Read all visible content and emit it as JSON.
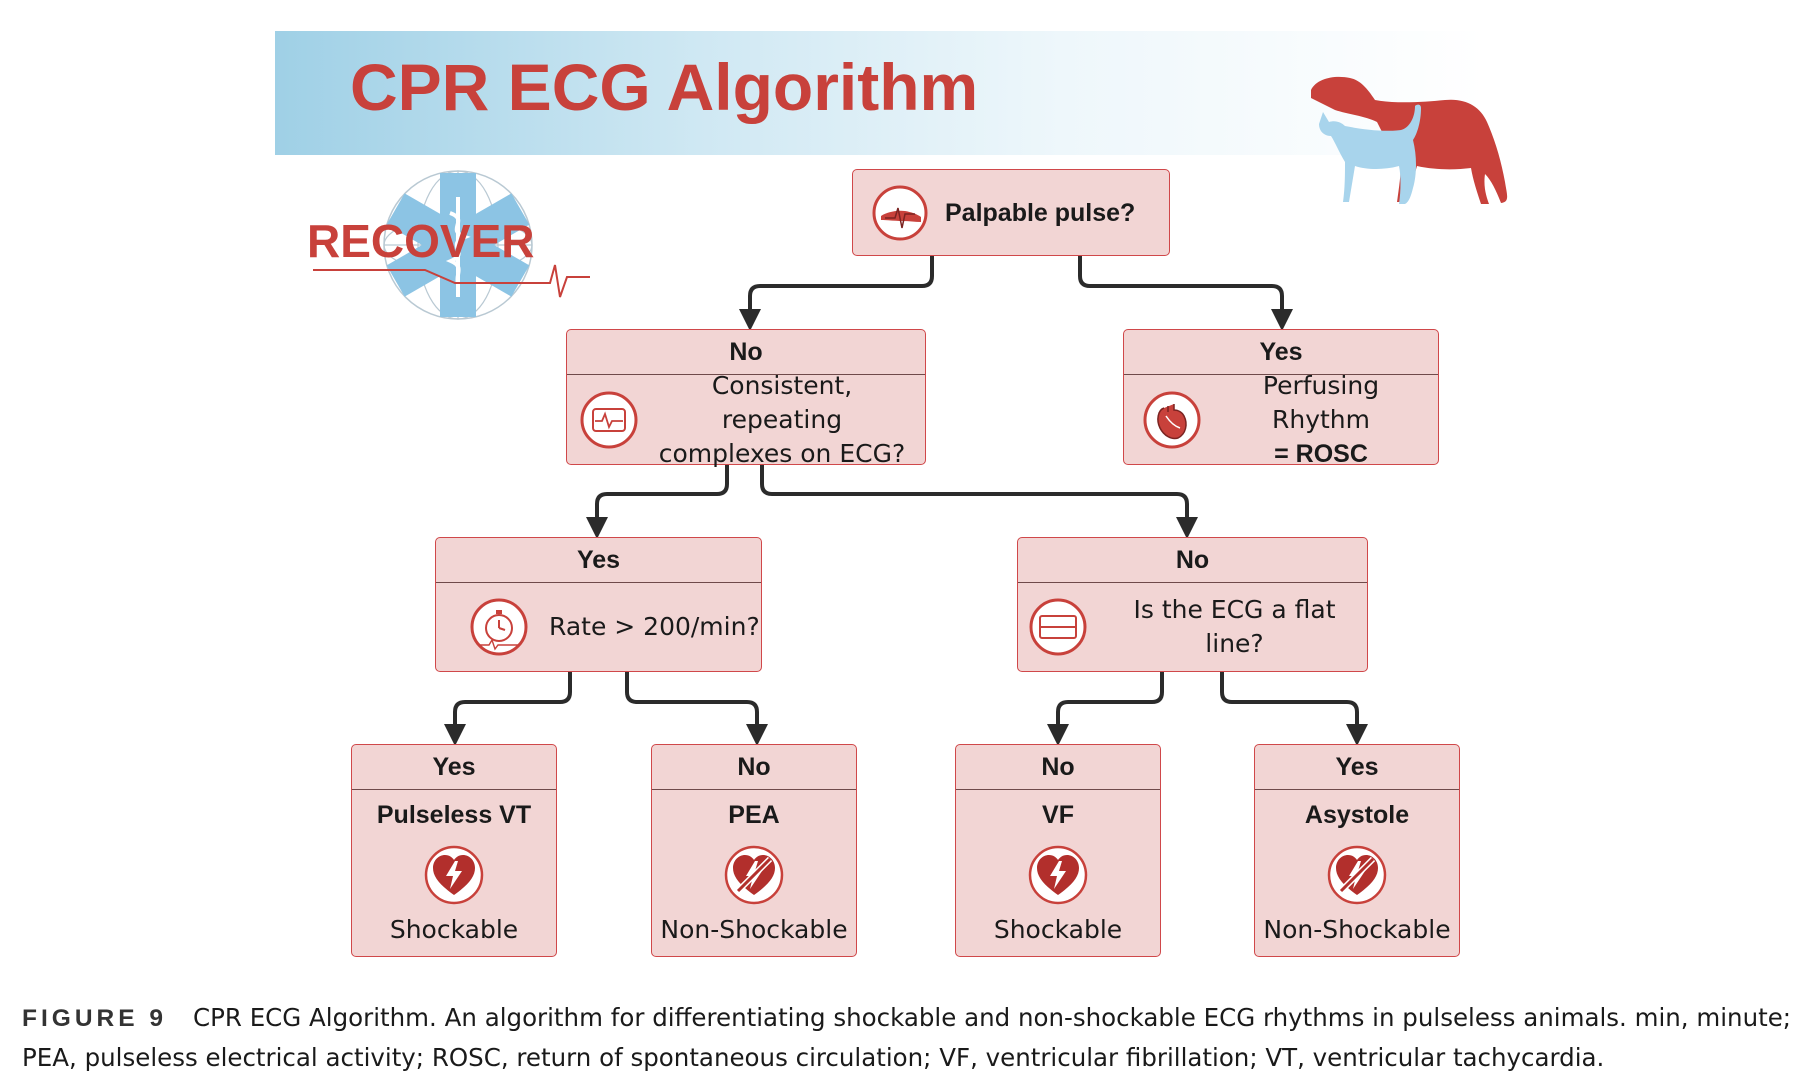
{
  "title": "CPR ECG Algorithm",
  "logo_text": "RECOVER",
  "nodes": {
    "root": {
      "text": "Palpable pulse?"
    },
    "no1": {
      "header": "No",
      "text_line1": "Consistent, repeating",
      "text_line2": "complexes on ECG?"
    },
    "yes1": {
      "header": "Yes",
      "text_line1": "Perfusing Rhythm",
      "text_line2": "= ROSC"
    },
    "yes2": {
      "header": "Yes",
      "text": "Rate > 200/min?"
    },
    "no2": {
      "header": "No",
      "text": "Is the ECG a flat line?"
    },
    "leaf1": {
      "header": "Yes",
      "title": "Pulseless VT",
      "sub": "Shockable"
    },
    "leaf2": {
      "header": "No",
      "title": "PEA",
      "sub": "Non-Shockable"
    },
    "leaf3": {
      "header": "No",
      "title": "VF",
      "sub": "Shockable"
    },
    "leaf4": {
      "header": "Yes",
      "title": "Asystole",
      "sub": "Non-Shockable"
    }
  },
  "caption": {
    "label": "FIGURE 9",
    "text": "CPR ECG Algorithm. An algorithm for differentiating shockable and non-shockable ECG rhythms in pulseless animals. min, minute; PEA, pulseless electrical activity; ROSC, return of spontaneous circulation; VF, ventricular fibrillation; VT, ventricular tachycardia."
  },
  "colors": {
    "accent_red": "#c8413b",
    "box_fill": "#f2d5d4",
    "box_border": "#d0484a",
    "banner_blue": "#9fd0e6",
    "cat_blue": "#a8d4ec"
  },
  "icons": {
    "root": "hand-pulse-icon",
    "no1": "ecg-monitor-icon",
    "yes1": "heart-icon",
    "yes2": "stopwatch-icon",
    "no2": "flat-line-icon",
    "shockable": "heart-bolt-icon",
    "non_shockable": "heart-bolt-crossed-icon"
  }
}
